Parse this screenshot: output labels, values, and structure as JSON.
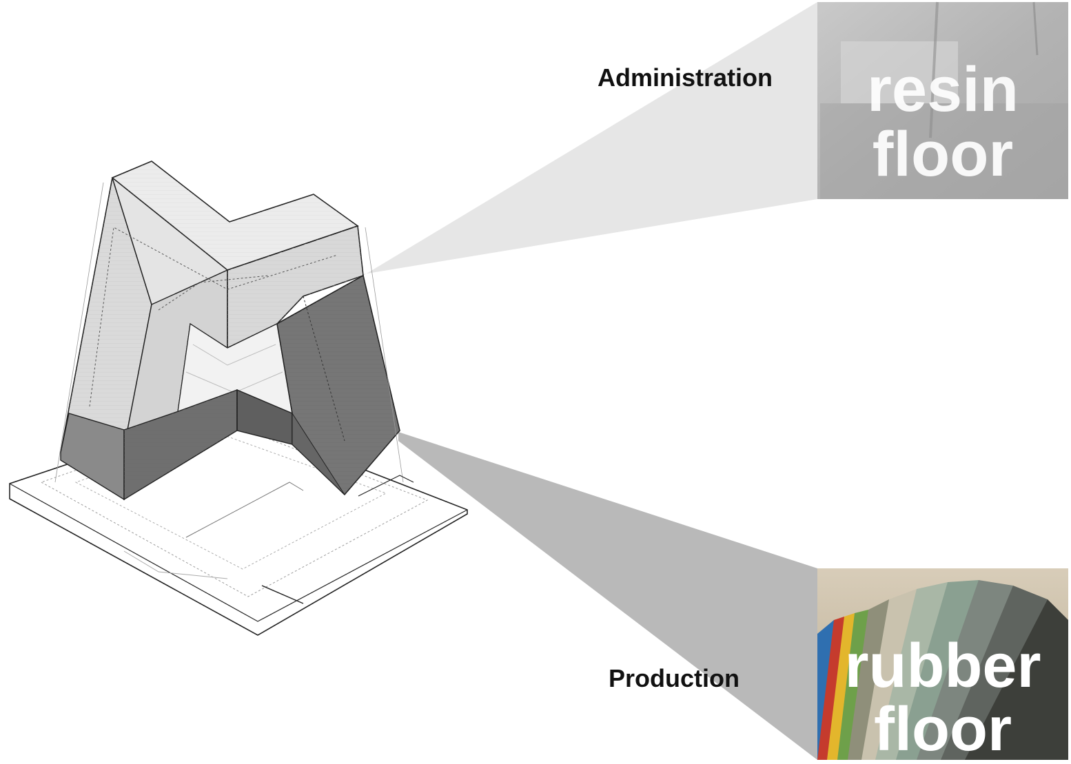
{
  "labels": {
    "administration": "Administration",
    "production": "Production"
  },
  "materials": {
    "resin": {
      "line1": "resin",
      "line2": "floor"
    },
    "rubber": {
      "line1": "rubber",
      "line2": "floor"
    }
  },
  "colors": {
    "upper_floors": "#dcdcdc",
    "lower_floors": "#7a7a7a",
    "callout_admin": "#e6e6e6",
    "callout_prod": "#b7b7b7",
    "resin_swatch": "#b8b8b8"
  }
}
